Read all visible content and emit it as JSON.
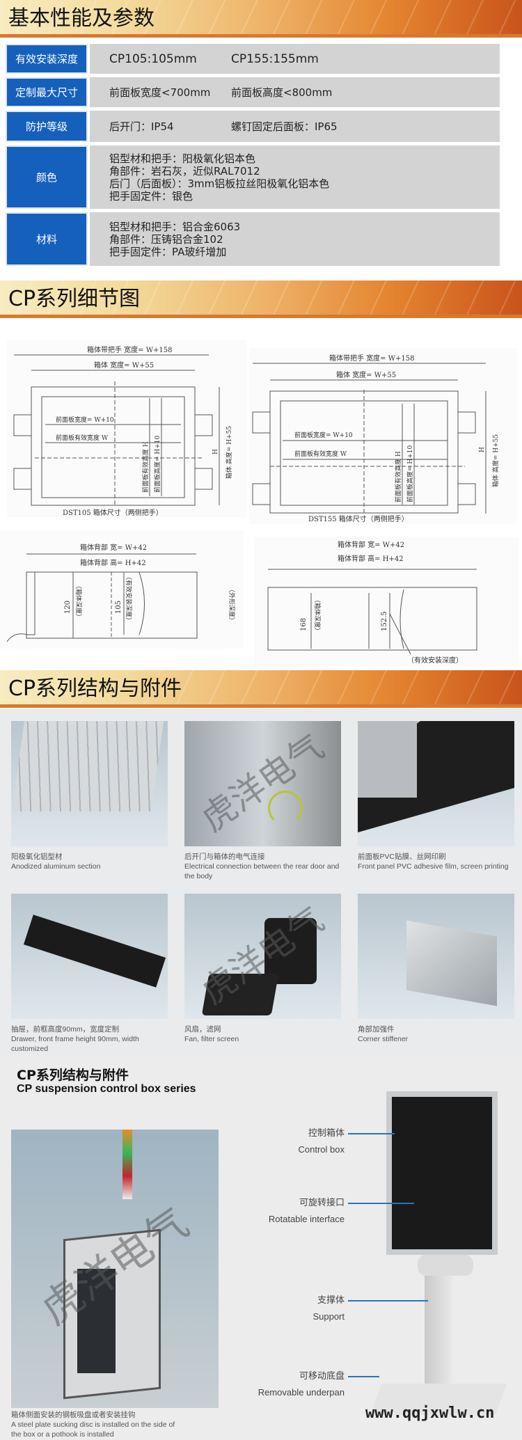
{
  "sections": {
    "params": "基本性能及参数",
    "detail": "CP系列细节图",
    "structure": "CP系列结构与附件"
  },
  "table": [
    {
      "label": "有效安装深度",
      "values": [
        "CP105:105mm",
        "CP155:155mm"
      ]
    },
    {
      "label": "定制最大尺寸",
      "values": [
        "前面板宽度<700mm",
        "前面板高度<800mm"
      ]
    },
    {
      "label": "防护等级",
      "values": [
        "后开门：IP54",
        "螺钉固定后面板：IP65"
      ]
    },
    {
      "label": "颜色",
      "lines": [
        "铝型材和把手：阳极氧化铝本色",
        "角部件：岩石灰，近似RAL7012",
        "后门（后面板）：3mm铝板拉丝阳极氧化铝本色",
        "把手固定件：银色"
      ]
    },
    {
      "label": "材料",
      "lines": [
        "铝型材和把手：铝合金6063",
        "角部件：压铸铝合金102",
        "把手固定件：PA玻纤增加"
      ]
    }
  ],
  "diagrams": {
    "front": {
      "w158": "箱体带把手 宽度= W+158",
      "w55": "箱体 宽度= W+55",
      "w10": "前面板宽度= W+10",
      "w": "前面板有效宽度 W",
      "h": "前面板有效高度 H",
      "h10": "前面板高度= H+10",
      "h55": "箱体 高度= H+55",
      "hmark": "H",
      "cap105": "DST105 箱体尺寸（两侧把手）",
      "cap155": "DST155 箱体尺寸（两侧把手）"
    },
    "side": {
      "w42": "箱体背部 宽= W+42",
      "h42": "箱体背部 高= H+42",
      "d120": "120",
      "d105": "105",
      "d168": "168",
      "d152": "152.5",
      "box_depth": "（箱体深度）",
      "eff_depth": "（有效安装深度）",
      "outer_depth": "（外形深度）"
    }
  },
  "accessories": [
    {
      "cn": "阳极氧化铝型材",
      "en": "Anodized aluminum section"
    },
    {
      "cn": "后开门与箱体的电气连接",
      "en": "Electrical connection between the rear door and the body"
    },
    {
      "cn": "前面板PVC贴膜、丝网印刷",
      "en": "Front panel PVC adhesive film, screen printing"
    },
    {
      "cn": "抽屉，前框高度90mm，宽度定制",
      "en": "Drawer, front frame height 90mm, width customized"
    },
    {
      "cn": "风扇，滤网",
      "en": "Fan, filter screen"
    },
    {
      "cn": "角部加强件",
      "en": "Corner stiffener"
    }
  ],
  "suspension": {
    "title_cn": "CP系列结构与附件",
    "title_en": "CP suspension control box series",
    "photo_cn": "箱体侧面安装的钢板吸盘或者安装挂钩",
    "photo_en": "A steel plate sucking disc is installed on the side of the box or a pothook is installed",
    "parts": [
      {
        "cn": "控制箱体",
        "en": "Control box"
      },
      {
        "cn": "可旋转接口",
        "en": "Rotatable interface"
      },
      {
        "cn": "支撑体",
        "en": "Support"
      },
      {
        "cn": "可移动底盘",
        "en": "Removable underpan"
      }
    ],
    "website": "www.qqjxwlw.cn"
  },
  "watermark": "虎洋电气",
  "colors": {
    "label_blue": "#1660bd",
    "cell_gray": "#d3d3d3",
    "leader_blue": "#2a74b6"
  }
}
